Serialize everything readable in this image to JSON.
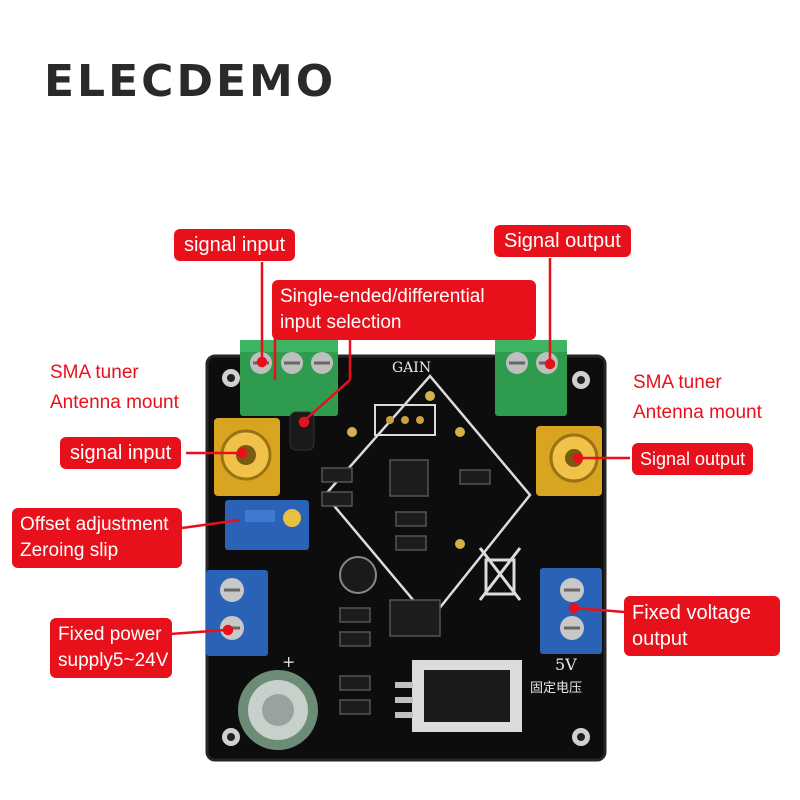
{
  "brand": "ELECDEMO",
  "labels": {
    "signal_input_top": "signal input",
    "signal_output_top": "Signal output",
    "single_diff_line1": "Single-ended/differential",
    "single_diff_line2": "input selection",
    "sma_left_line1": "SMA tuner",
    "sma_left_line2": "Antenna mount",
    "sma_right_line1": "SMA tuner",
    "sma_right_line2": "Antenna mount",
    "signal_input_left": "signal input",
    "signal_output_right": "Signal output",
    "offset_line1": "Offset adjustment",
    "offset_line2": "Zeroing slip",
    "fixed_power_line1": "Fixed power",
    "fixed_power_line2": "supply5~24V",
    "fixed_voltage_line1": "Fixed voltage",
    "fixed_voltage_line2": "output"
  },
  "silkscreen": {
    "gain": "GAIN",
    "five_v": "5V",
    "fixed_voltage_cn": "固定电压",
    "plus": "+"
  },
  "colors": {
    "callout": "#e8101a",
    "board": "#0d0d0d",
    "terminal_green": "#2e9b4e",
    "terminal_blue": "#2a62b8",
    "gold": "#d9a520"
  }
}
